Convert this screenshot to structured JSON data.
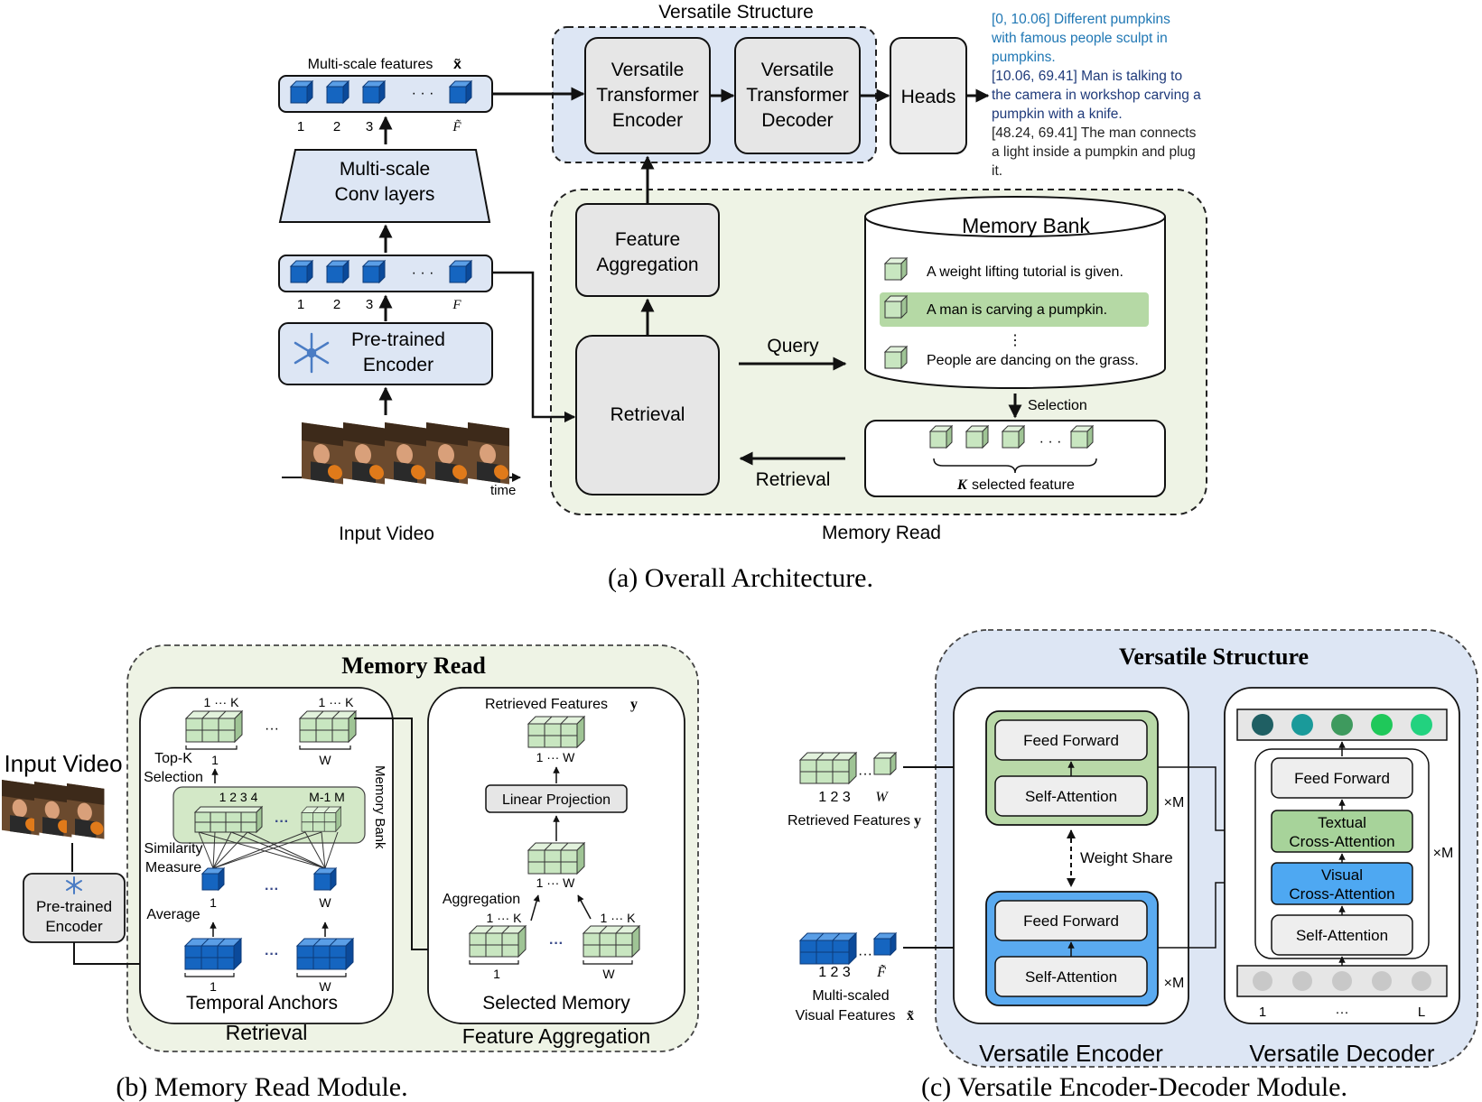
{
  "panel_a": {
    "caption": "(a) Overall Architecture.",
    "versatile_structure_title": "Versatile Structure",
    "encoder_l1": "Versatile",
    "encoder_l2": "Transformer",
    "encoder_l3": "Encoder",
    "decoder_l1": "Versatile",
    "decoder_l2": "Transformer",
    "decoder_l3": "Decoder",
    "heads": "Heads",
    "multiscale_features_label": "Multi-scale features",
    "xtilde": "x̃",
    "conv_l1": "Multi-scale",
    "conv_l2": "Conv layers",
    "pretrained_l1": "Pre-trained",
    "pretrained_l2": "Encoder",
    "idx_1": "1",
    "idx_2": "2",
    "idx_3": "3",
    "dots": "· · ·",
    "ftilde": "F̃",
    "f": "F",
    "time": "time",
    "input_video": "Input Video",
    "feature_agg_l1": "Feature",
    "feature_agg_l2": "Aggregation",
    "retrieval_box": "Retrieval",
    "query": "Query",
    "retrieval_arrow": "Retrieval",
    "memory_bank_title": "Memory Bank",
    "mem_item_1": "A weight lifting tutorial is given.",
    "mem_item_2": "A man is carving a pumpkin.",
    "mem_item_3": "People are dancing on the grass.",
    "vdots": "⋮",
    "selection": "Selection",
    "k_selected_k": "K",
    "k_selected_rest": "selected feature",
    "memory_read_label": "Memory Read",
    "captions": [
      {
        "t1": "[0, 10.06] Different pumpkins",
        "t2": "with famous people sculpt in",
        "t3": "pumpkins."
      },
      {
        "t1": "[10.06, 69.41] Man is talking to",
        "t2": "the camera in workshop carving a",
        "t3": "pumpkin with a knife."
      },
      {
        "t1": "[48.24, 69.41] The man connects",
        "t2": "a light inside a pumpkin and plug",
        "t3": "it."
      }
    ]
  },
  "panel_b": {
    "caption": "(b) Memory Read Module.",
    "title": "Memory Read",
    "input_video": "Input Video",
    "pretrained_l1": "Pre-trained",
    "pretrained_l2": "Encoder",
    "one_dots_k": "1 ··· K",
    "idx_1": "1",
    "w": "W",
    "dots": "···",
    "topk_l1": "Top-K",
    "topk_l2": "Selection",
    "bank_nums": "1  2  3  4",
    "m1m": "M-1 M",
    "memory_bank_vertical": "Memory Bank",
    "similarity_l1": "Similarity",
    "similarity_l2": "Measure",
    "average": "Average",
    "temporal_anchors": "Temporal Anchors",
    "retrieval": "Retrieval",
    "retrieved_features": "Retrieved Features",
    "y": "y",
    "one_dots_w": "1 ··· W",
    "linear_projection": "Linear Projection",
    "aggregation": "Aggregation",
    "selected_memory": "Selected Memory",
    "feature_aggregation": "Feature Aggregation"
  },
  "panel_c": {
    "caption": "(c) Versatile Encoder-Decoder Module.",
    "title": "Versatile Structure",
    "retrieved_features": "Retrieved Features",
    "y": "y",
    "multiscaled_l1": "Multi-scaled",
    "multiscaled_l2": "Visual Features",
    "xtilde": "x̃",
    "nums": "1  2  3",
    "w": "W",
    "ftilde": "F̃",
    "feed_forward": "Feed Forward",
    "self_attention": "Self-Attention",
    "times_m": "×M",
    "weight_share": "Weight Share",
    "textual_l1": "Textual",
    "textual_l2": "Cross-Attention",
    "visual_l1": "Visual",
    "visual_l2": "Cross-Attention",
    "versatile_encoder": "Versatile Encoder",
    "versatile_decoder": "Versatile Decoder",
    "idx_1": "1",
    "dots": "···",
    "l": "L",
    "out_colors": [
      "#1f5f63",
      "#1a9a9a",
      "#3e9a5e",
      "#1fc85a",
      "#22d27f"
    ]
  },
  "colors": {
    "blue_panel": "#dde6f4",
    "green_panel": "#eef3e5",
    "box_gray": "#ececec",
    "cube_blue": "#1565c0",
    "cube_green": "#c8e6c0",
    "caption_blue": "#1f77b4",
    "caption_navy": "#1f3a7a"
  }
}
